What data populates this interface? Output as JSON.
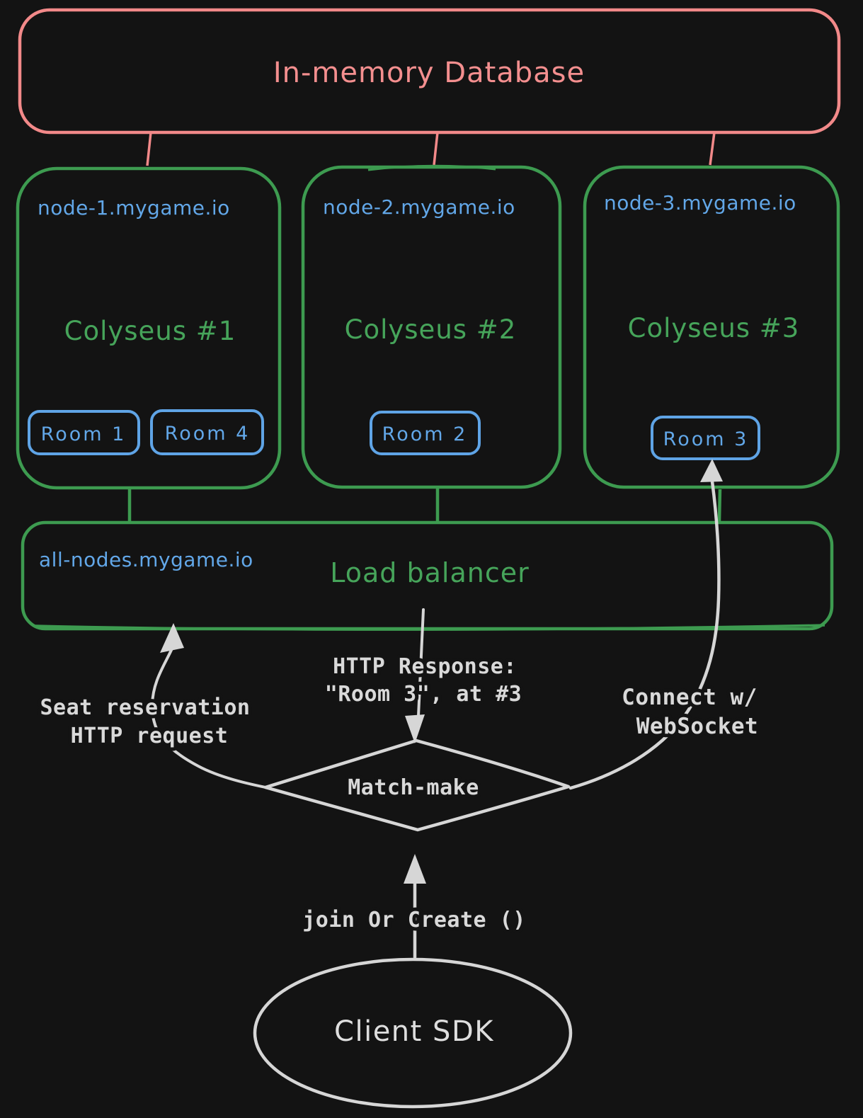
{
  "diagram_title": "Colyseus scalable architecture diagram",
  "colors": {
    "background": "#131313",
    "red": "#f28989",
    "green": "#3d9b50",
    "blue": "#5fa4e6",
    "gray": "#d6d6d6"
  },
  "database": {
    "label": "In-memory Database"
  },
  "nodes": [
    {
      "host": "node-1.mygame.io",
      "title": "Colyseus #1",
      "rooms": [
        "Room 1",
        "Room 4"
      ]
    },
    {
      "host": "node-2.mygame.io",
      "title": "Colyseus #2",
      "rooms": [
        "Room 2"
      ]
    },
    {
      "host": "node-3.mygame.io",
      "title": "Colyseus #3",
      "rooms": [
        "Room 3"
      ]
    }
  ],
  "load_balancer": {
    "host": "all-nodes.mygame.io",
    "label": "Load balancer"
  },
  "matchmake": {
    "label": "Match-make"
  },
  "client": {
    "label": "Client SDK"
  },
  "annotations": {
    "seat_reservation": {
      "line1": "Seat reservation",
      "line2": "HTTP request"
    },
    "http_response": {
      "line1": "HTTP Response:",
      "line2": "\"Room 3\", at #3"
    },
    "connect_websocket": {
      "line1": "Connect w/",
      "line2": "WebSocket"
    },
    "join_or_create": {
      "label": "join Or Create ()"
    }
  }
}
